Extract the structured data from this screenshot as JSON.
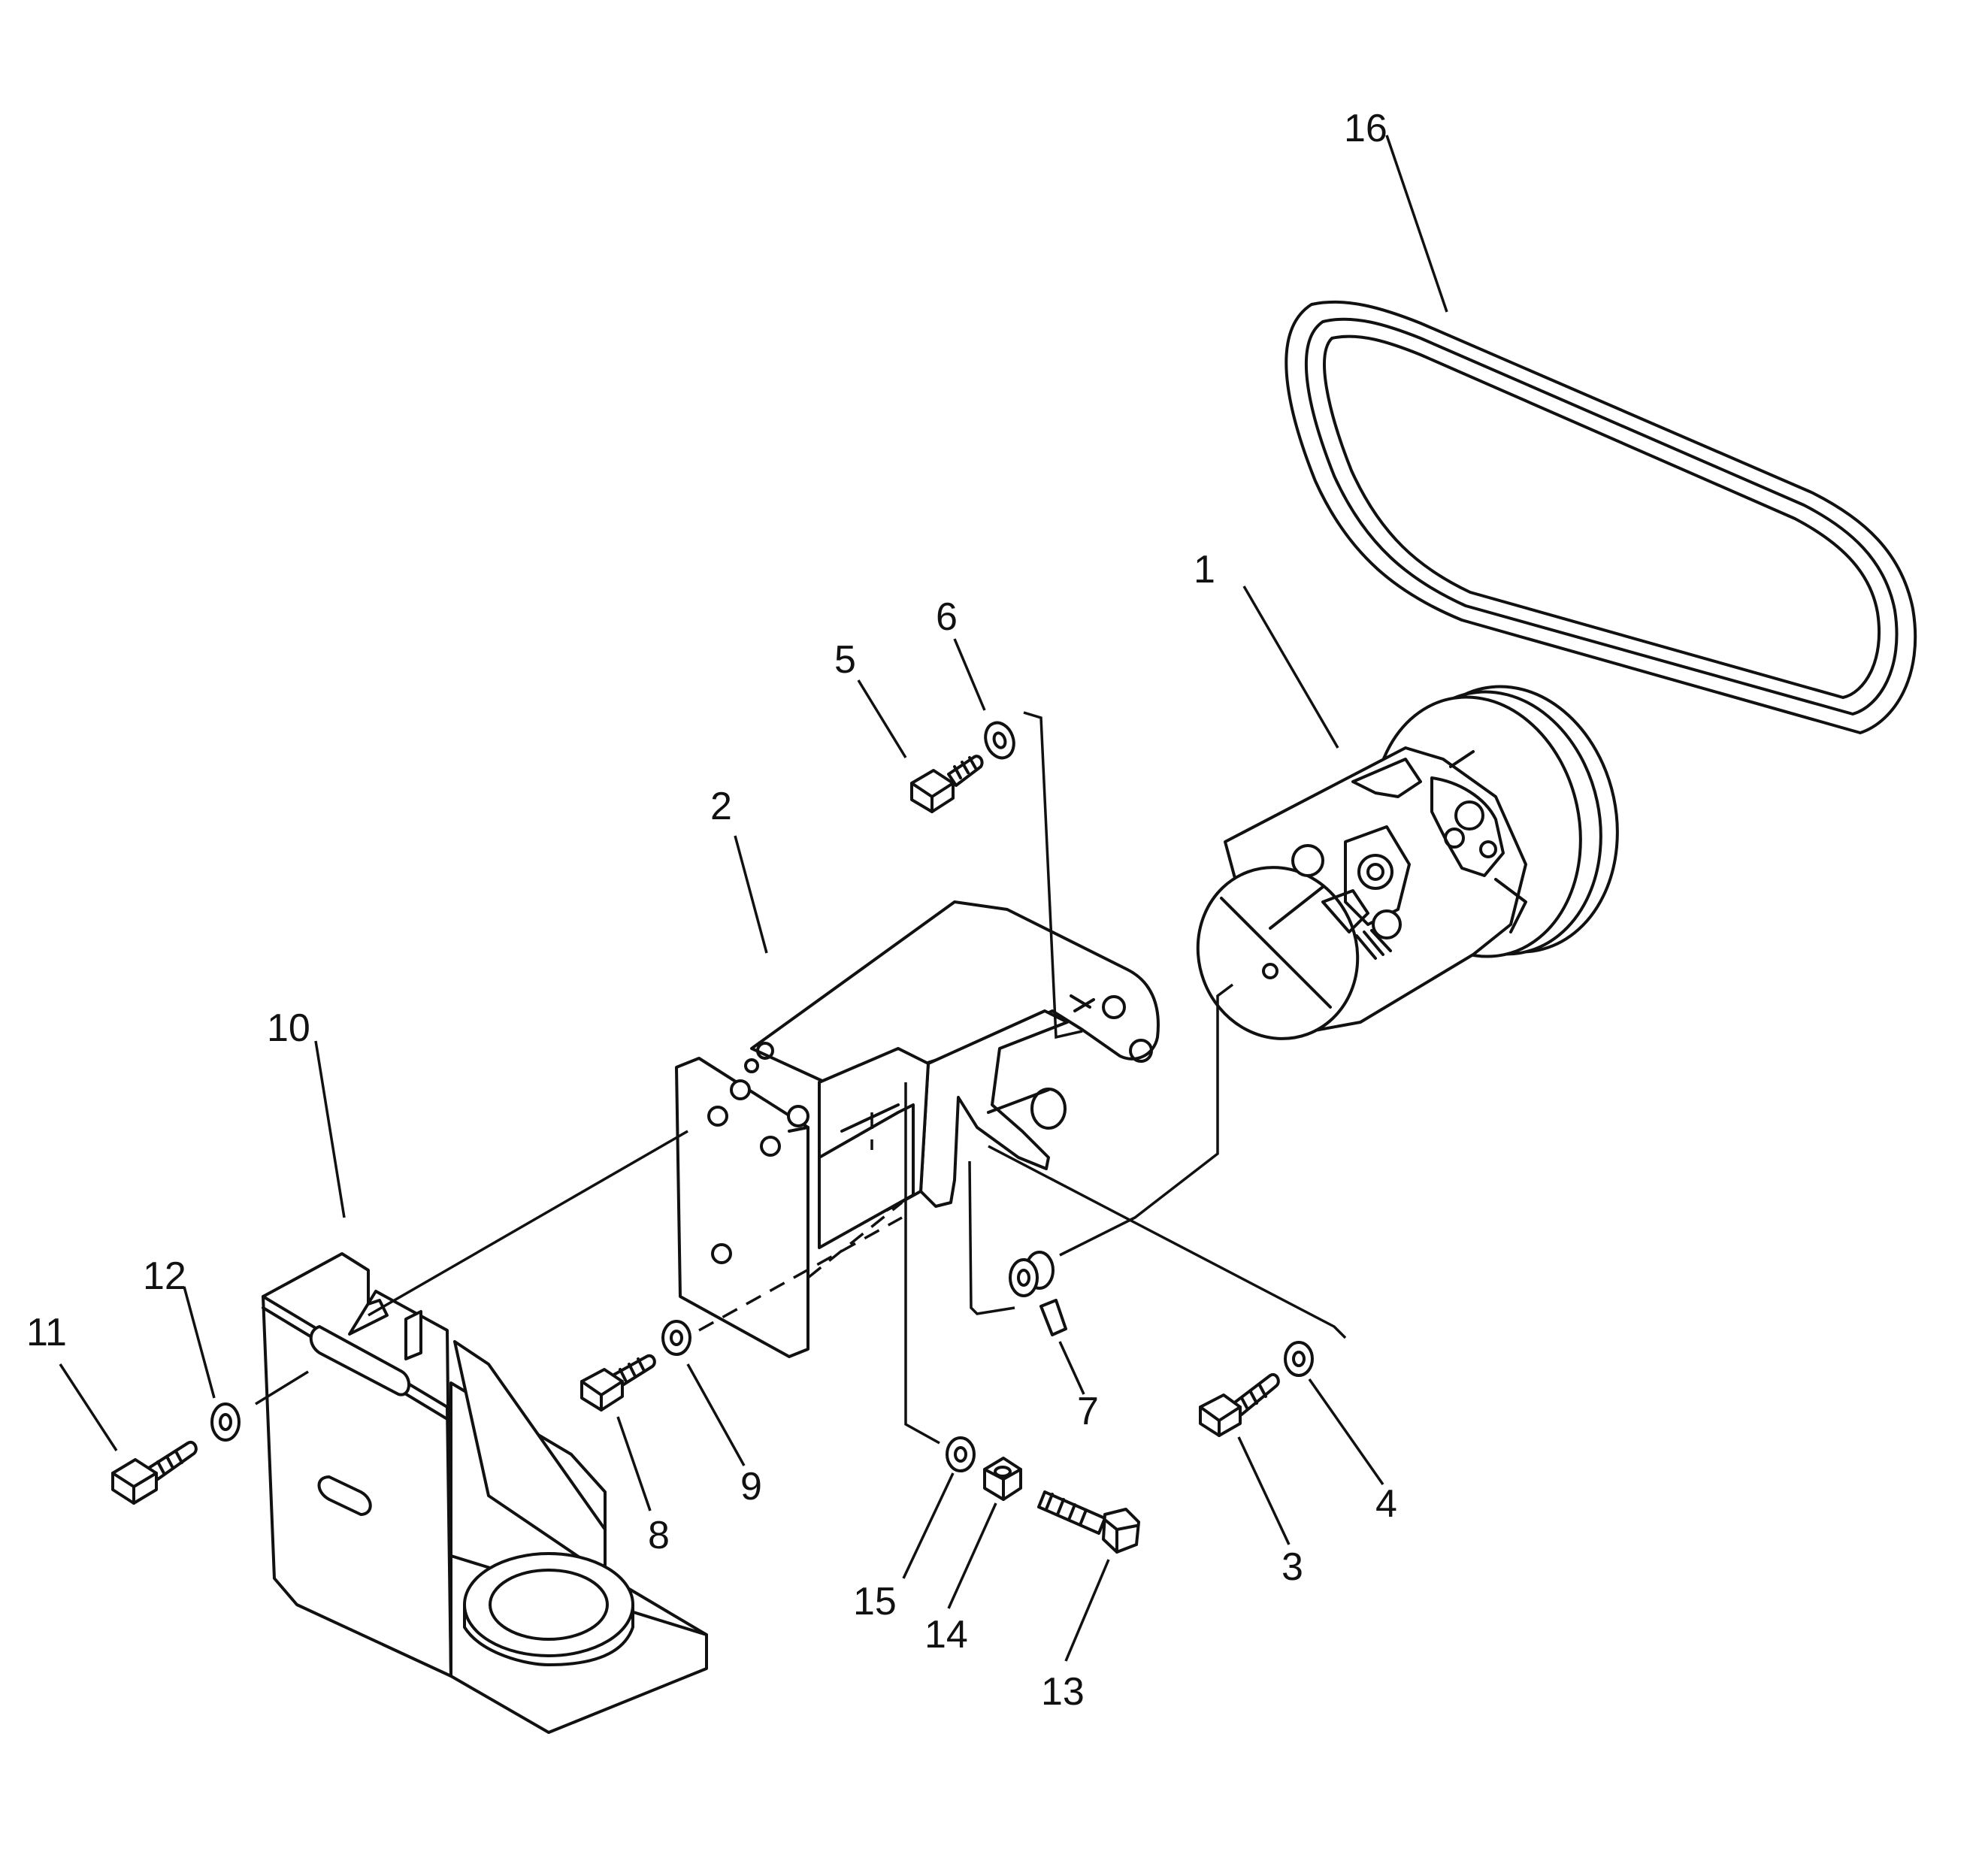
{
  "diagram": {
    "callouts": [
      {
        "id": "1",
        "text": "1"
      },
      {
        "id": "2",
        "text": "2"
      },
      {
        "id": "3",
        "text": "3"
      },
      {
        "id": "4",
        "text": "4"
      },
      {
        "id": "5",
        "text": "5"
      },
      {
        "id": "6",
        "text": "6"
      },
      {
        "id": "7",
        "text": "7"
      },
      {
        "id": "8",
        "text": "8"
      },
      {
        "id": "9",
        "text": "9"
      },
      {
        "id": "10",
        "text": "10"
      },
      {
        "id": "11",
        "text": "11"
      },
      {
        "id": "12",
        "text": "12"
      },
      {
        "id": "13",
        "text": "13"
      },
      {
        "id": "14",
        "text": "14"
      },
      {
        "id": "15",
        "text": "15"
      },
      {
        "id": "16",
        "text": "16"
      }
    ]
  }
}
